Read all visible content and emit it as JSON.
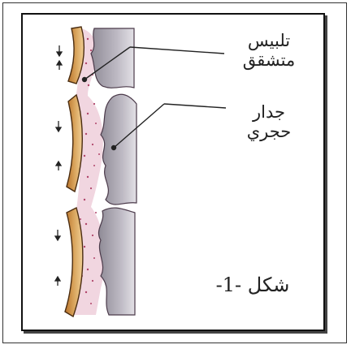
{
  "labels": {
    "plaster_line1": "تلبيس",
    "plaster_line2": "متشقق",
    "wall_line1": "جدار",
    "wall_line2": "حجري"
  },
  "caption": "شكل -1-",
  "colors": {
    "plaster_outer": "#c98a3a",
    "plaster_inner": "#f2d7a6",
    "mortar": "#f3dde6",
    "mortar_dots": "#b0456a",
    "stone": "#a9a5ae",
    "stone_light": "#d8d5dc",
    "ink": "#222222"
  }
}
